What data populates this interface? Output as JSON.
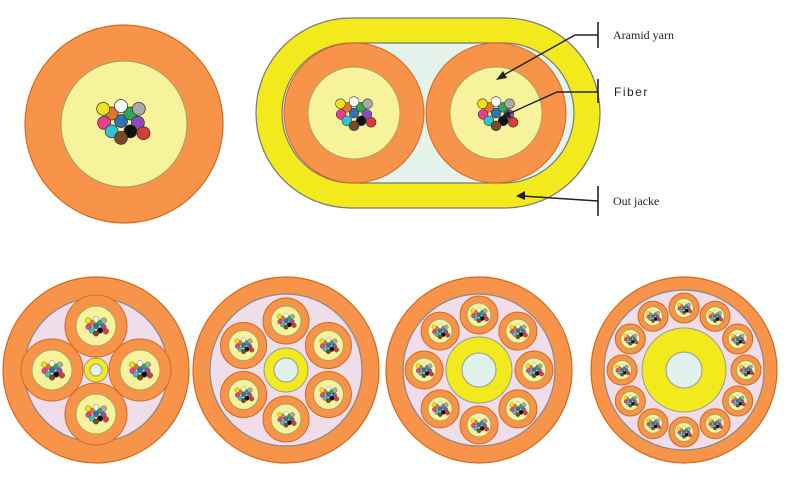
{
  "labels": {
    "aramid": "Aramid yarn",
    "fiber": "Fiber",
    "jacket": "Out jacke"
  },
  "colors": {
    "outer_jacket": "#F7944A",
    "outer_stroke": "#D2691E",
    "aramid_fill": "#F7F39C",
    "aramid_stroke": "#A8A35A",
    "zip_jacket": "#F2EA1C",
    "zip_inner": "#E4F3EC",
    "filler": "#EFDDEA",
    "central_member": "#DFF1EA",
    "central_yellow": "#F2EA1C",
    "fiber_colors": [
      "#2E74B5",
      "#E1762B",
      "#2FA84F",
      "#E83E8C",
      "#8E4BC1",
      "#33C2D4",
      "#111111",
      "#ffffff",
      "#7A4A2B",
      "#F2E21C",
      "#A9A9A9",
      "#D93A3A"
    ]
  },
  "cables": [
    {
      "name": "simplex-cable",
      "subunits": 0
    },
    {
      "name": "zipcord-cable",
      "subunits": 2
    },
    {
      "name": "breakout-cable-4",
      "subunits": 4
    },
    {
      "name": "breakout-cable-6",
      "subunits": 6
    },
    {
      "name": "breakout-cable-8",
      "subunits": 8
    },
    {
      "name": "breakout-cable-12",
      "subunits": 12
    }
  ]
}
